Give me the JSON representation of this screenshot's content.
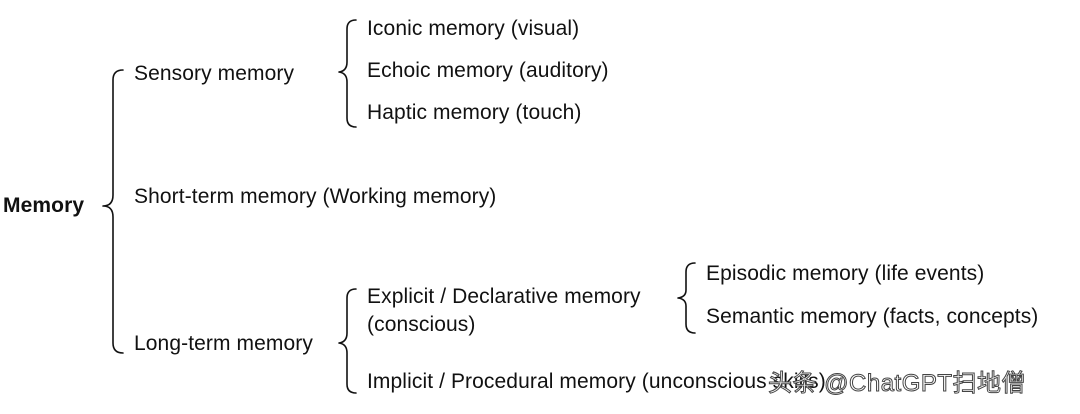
{
  "diagram": {
    "root": "Memory",
    "sensory": {
      "label": "Sensory memory",
      "children": [
        "Iconic memory (visual)",
        "Echoic memory (auditory)",
        "Haptic memory (touch)"
      ]
    },
    "short_term": {
      "label": "Short-term memory (Working memory)"
    },
    "long_term": {
      "label": "Long-term memory",
      "explicit": {
        "line1": "Explicit / Declarative memory",
        "line2": "(conscious)",
        "children": [
          "Episodic memory (life events)",
          "Semantic memory (facts, concepts)"
        ]
      },
      "implicit": {
        "label": "Implicit / Procedural memory (unconscious skills)"
      }
    }
  },
  "watermark": "头条 @ChatGPT扫地僧"
}
